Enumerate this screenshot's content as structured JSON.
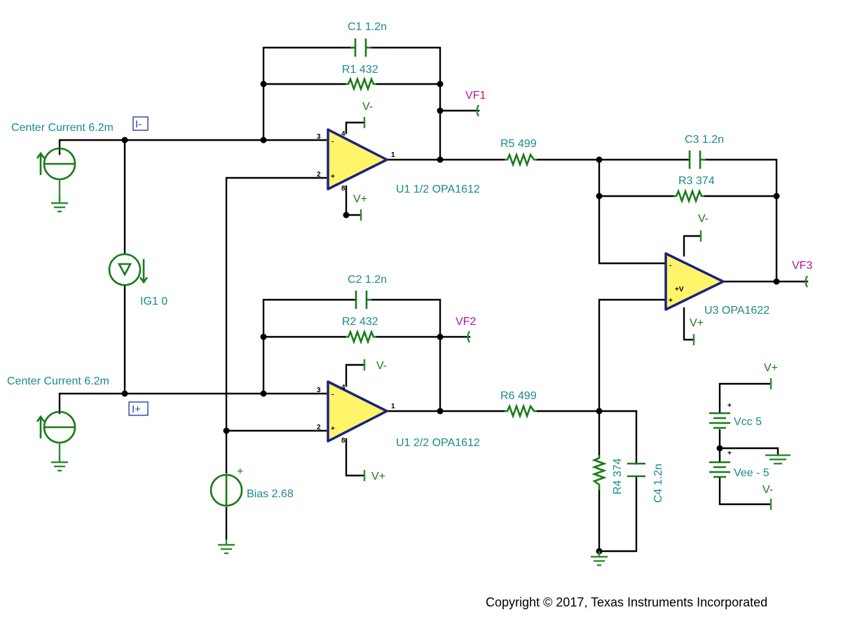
{
  "components": {
    "c1": "C1 1.2n",
    "r1": "R1 432",
    "c2": "C2 1.2n",
    "r2": "R2 432",
    "c3": "C3 1.2n",
    "r3": "R3 374",
    "r5": "R5 499",
    "r6": "R6 499",
    "r4": "R4 374",
    "c4": "C4 1.2n",
    "u1a": "U1 1/2 OPA1612",
    "u1b": "U1 2/2 OPA1612",
    "u3": "U3 OPA1622",
    "ig1": "IG1 0",
    "bias": "Bias 2.68",
    "center_top": "Center Current 6.2m",
    "center_bottom": "Center Current 6.2m",
    "vcc": "Vcc 5",
    "vee": "Vee - 5"
  },
  "nets": {
    "vf1": "VF1",
    "vf2": "VF2",
    "vf3": "VF3",
    "i_minus": "I-",
    "i_plus": "I+",
    "vminus": "V-",
    "vplus": "V+"
  },
  "pins": {
    "p1": "1",
    "p2": "2",
    "p3": "3",
    "p4": "4",
    "p8": "8",
    "minus": "-",
    "plus": "+",
    "plusv": "+V"
  },
  "footer": {
    "copyright": "Copyright © 2017, Texas Instruments Incorporated"
  }
}
